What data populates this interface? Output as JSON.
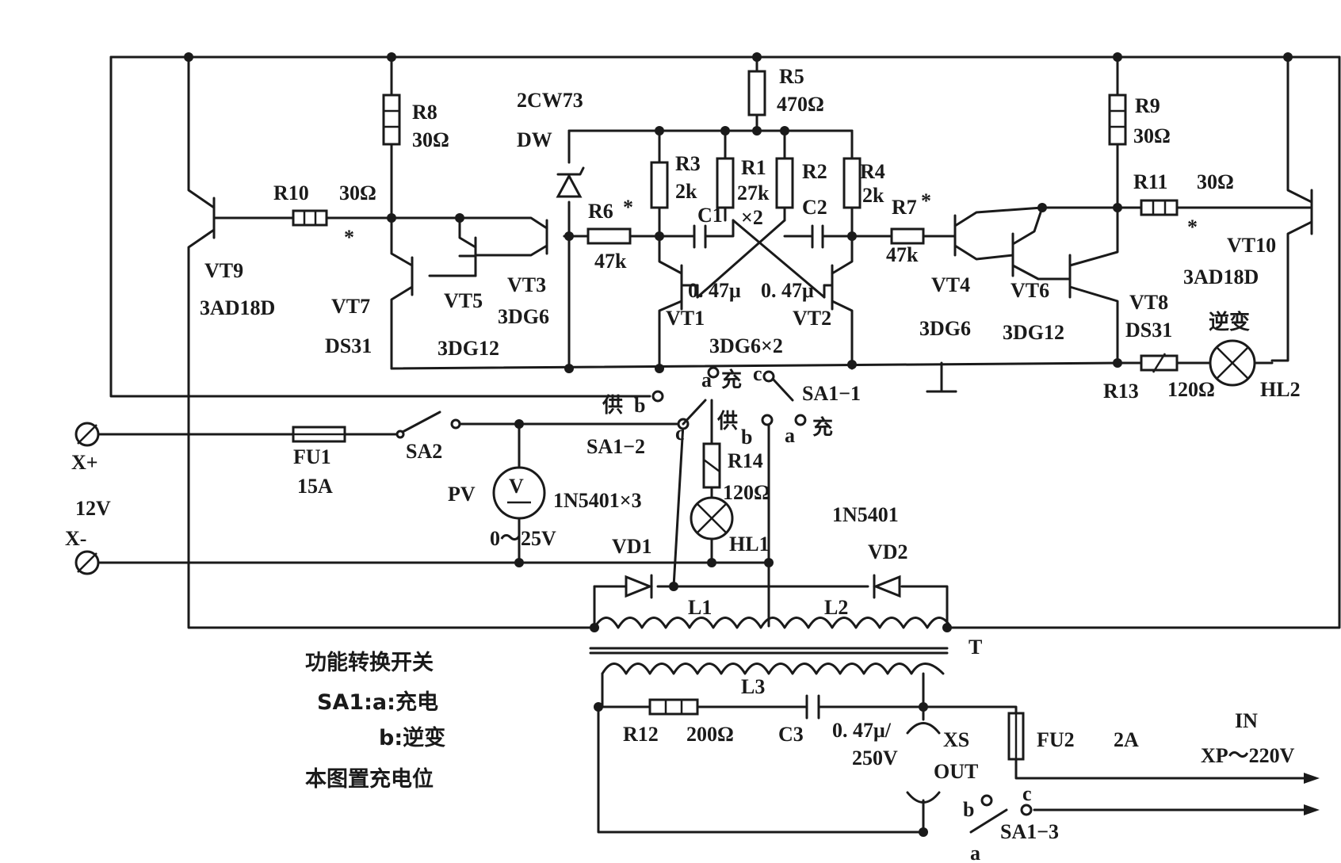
{
  "components": {
    "r8": {
      "name": "R8",
      "value": "30Ω"
    },
    "r9": {
      "name": "R9",
      "value": "30Ω"
    },
    "r5": {
      "name": "R5",
      "value": "470Ω"
    },
    "r10": {
      "name": "R10",
      "value": "30Ω",
      "mark": "*"
    },
    "r11": {
      "name": "R11",
      "value": "30Ω",
      "mark": "*"
    },
    "r3": {
      "name": "R3",
      "value": "2k"
    },
    "r1": {
      "name": "R1",
      "value": "27k"
    },
    "r2": {
      "name": "R2",
      "value": "",
      "pair_note": "×2"
    },
    "r4": {
      "name": "R4",
      "value": "2k"
    },
    "r6": {
      "name": "R6",
      "value": "47k",
      "mark": "*"
    },
    "r7": {
      "name": "R7",
      "value": "47k",
      "mark": "*"
    },
    "r12": {
      "name": "R12",
      "value": "200Ω"
    },
    "r13": {
      "name": "R13",
      "value": "120Ω"
    },
    "r14": {
      "name": "R14",
      "value": "120Ω"
    },
    "c1": {
      "name": "C1",
      "value": "0. 47μ"
    },
    "c2": {
      "name": "C2",
      "value": "0. 47μ"
    },
    "c3": {
      "name": "C3",
      "value": "0. 47μ/",
      "value2": "250V"
    },
    "zener": {
      "model": "2CW73",
      "name": "DW"
    },
    "vt1": {
      "name": "VT1"
    },
    "vt2": {
      "name": "VT2"
    },
    "vt12_model": "3DG6×2",
    "vt3": {
      "name": "VT3",
      "model": "3DG6"
    },
    "vt4": {
      "name": "VT4",
      "model": "3DG6"
    },
    "vt5": {
      "name": "VT5",
      "model": "3DG12"
    },
    "vt6": {
      "name": "VT6",
      "model": "3DG12"
    },
    "vt7": {
      "name": "VT7",
      "model": "DS31"
    },
    "vt8": {
      "name": "VT8",
      "model": "DS31"
    },
    "vt9": {
      "name": "VT9",
      "model": "3AD18D"
    },
    "vt10": {
      "name": "VT10",
      "model": "3AD18D"
    },
    "fu1": {
      "name": "FU1",
      "value": "15A"
    },
    "fu2": {
      "name": "FU2",
      "value": "2A"
    },
    "sa2": {
      "name": "SA2"
    },
    "sa1_1": {
      "name": "SA1−1"
    },
    "sa1_2": {
      "name": "SA1−2"
    },
    "sa1_3": {
      "name": "SA1−3"
    },
    "pv": {
      "name": "PV",
      "symbol": "V",
      "range": "0～25V"
    },
    "hl1": {
      "name": "HL1"
    },
    "hl2": {
      "name": "HL2",
      "caption": "逆变"
    },
    "vd1": {
      "name": "VD1",
      "model": "1N5401×3"
    },
    "vd2": {
      "name": "VD2",
      "model": "1N5401"
    },
    "transformer": {
      "name": "T",
      "l1": "L1",
      "l2": "L2",
      "l3": "L3"
    },
    "xs": {
      "name": "XS",
      "caption": "OUT"
    },
    "xp": {
      "caption": "IN",
      "value": "XP～220V"
    }
  },
  "terminals": {
    "pos": "X+",
    "neg": "X-",
    "voltage": "12V"
  },
  "switch_labels": {
    "a": "a",
    "b": "b",
    "c": "c",
    "charge": "充",
    "supply": "供"
  },
  "legend": {
    "title": "功能转换开关",
    "line1": "SA1:a:充电",
    "line2": "b:逆变",
    "line3": "本图置充电位"
  },
  "colors": {
    "ink": "#1a1a1a",
    "paper": "#ffffff"
  }
}
